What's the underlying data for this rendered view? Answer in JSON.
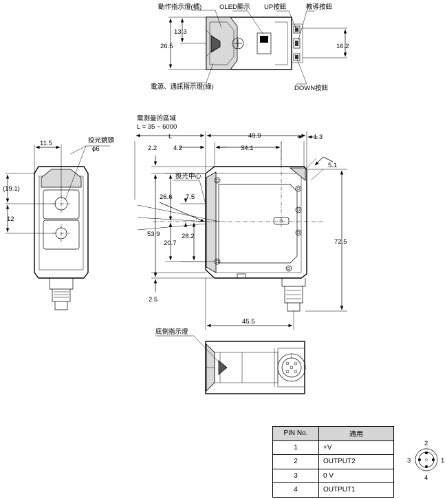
{
  "top_view": {
    "labels": {
      "operation_led": "動作指示燈(橘)",
      "oled_display": "OLED顯示",
      "up_button": "UP按鈕",
      "teach_button": "教導按鈕",
      "power_led": "電源、通訊指示燈(綠)",
      "down_button": "DOWN按鈕"
    },
    "dims": {
      "d13_3": "13.3",
      "d26_5": "26.5",
      "d16_2": "16.2"
    }
  },
  "side_view": {
    "labels": {
      "lens": "投光鏡頭",
      "lens_dia": "ϕ6"
    },
    "dims": {
      "d11_5": "11.5",
      "d19_1": "(19.1)",
      "d12": "12"
    }
  },
  "front_view": {
    "labels": {
      "measure_area": "需測量的區域",
      "measure_range": "L = 35 ~ 6000",
      "L": "L",
      "emit_center": "投光中心"
    },
    "dims": {
      "d49_9": "49.9",
      "d1_3": "1.3",
      "d2_2": "2.2",
      "d4_2": "4.2",
      "d34_1": "34.1",
      "d5_1": "5.1",
      "d26_6": "26.6",
      "d7_5": "7.5",
      "d53_9": "53.9",
      "d28_2": "28.2",
      "d20_7": "20.7",
      "d72_5": "72.5",
      "d2_5": "2.5",
      "d45_5": "45.5"
    }
  },
  "bottom_view": {
    "labels": {
      "bottom_led": "底側指示燈"
    }
  },
  "pin_table": {
    "headers": {
      "pin_no": "PIN No.",
      "function": "適用"
    },
    "rows": [
      {
        "pin": "1",
        "func": "+V"
      },
      {
        "pin": "2",
        "func": "OUTPUT2"
      },
      {
        "pin": "3",
        "func": "0 V"
      },
      {
        "pin": "4",
        "func": "OUTPUT1"
      }
    ]
  },
  "connector": {
    "p1": "1",
    "p2": "2",
    "p3": "3",
    "p4": "4"
  }
}
